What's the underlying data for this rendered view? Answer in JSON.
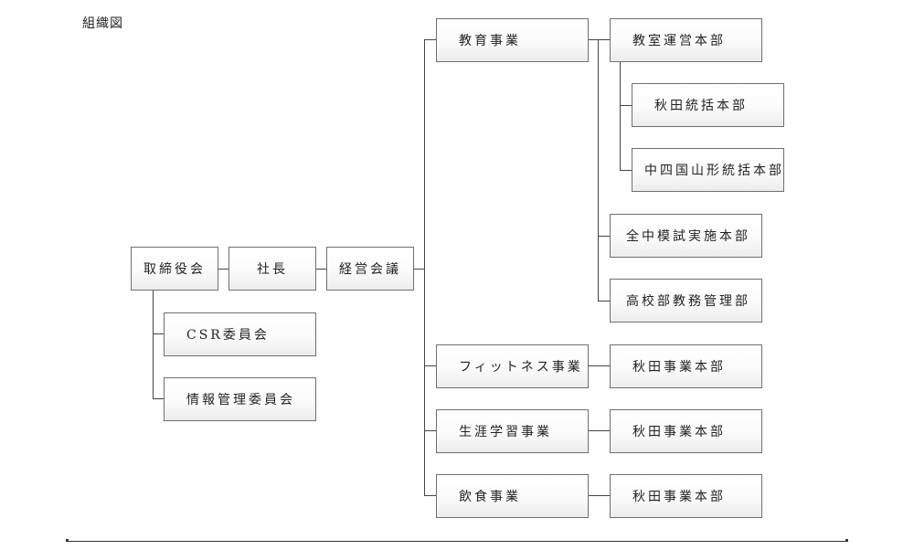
{
  "page": {
    "title": "組織図"
  },
  "org": {
    "board": "取締役会",
    "president": "社長",
    "management_council": "経営会議",
    "committees": [
      "CSR委員会",
      "情報管理委員会"
    ],
    "divisions": [
      {
        "name": "教育事業",
        "units": [
          "教室運営本部",
          "全中模試実施本部",
          "高校部教務管理部"
        ],
        "sub_units": [
          "秋田統括本部",
          "中四国山形統括本部"
        ]
      },
      {
        "name": "フィットネス事業",
        "units": [
          "秋田事業本部"
        ]
      },
      {
        "name": "生涯学習事業",
        "units": [
          "秋田事業本部"
        ]
      },
      {
        "name": "飲食事業",
        "units": [
          "秋田事業本部"
        ]
      }
    ]
  },
  "colors": {
    "line": "#444444",
    "box_border": "#6f6f6f",
    "text": "#222222"
  }
}
